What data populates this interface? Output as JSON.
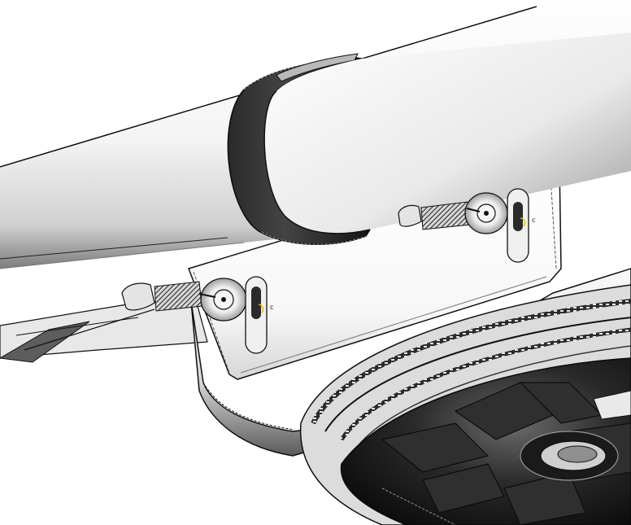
{
  "viewport": {
    "background": "#ffffff"
  },
  "colors": {
    "outline": "#111111",
    "shade_dark": "#1a1a1a",
    "shade_mid": "#8a8a8a",
    "shade_light": "#f2f2f2",
    "highlight": "#ffffff"
  },
  "parts": [
    {
      "name": "support-tube",
      "icon": "cylinder-icon"
    },
    {
      "name": "clamp-band",
      "icon": "ring-icon"
    },
    {
      "name": "mounting-plate",
      "icon": "plate-icon"
    },
    {
      "name": "fastener-left",
      "icon": "bolt-icon"
    },
    {
      "name": "fastener-right",
      "icon": "bolt-icon"
    },
    {
      "name": "hub-assembly",
      "icon": "wheel-icon"
    }
  ]
}
